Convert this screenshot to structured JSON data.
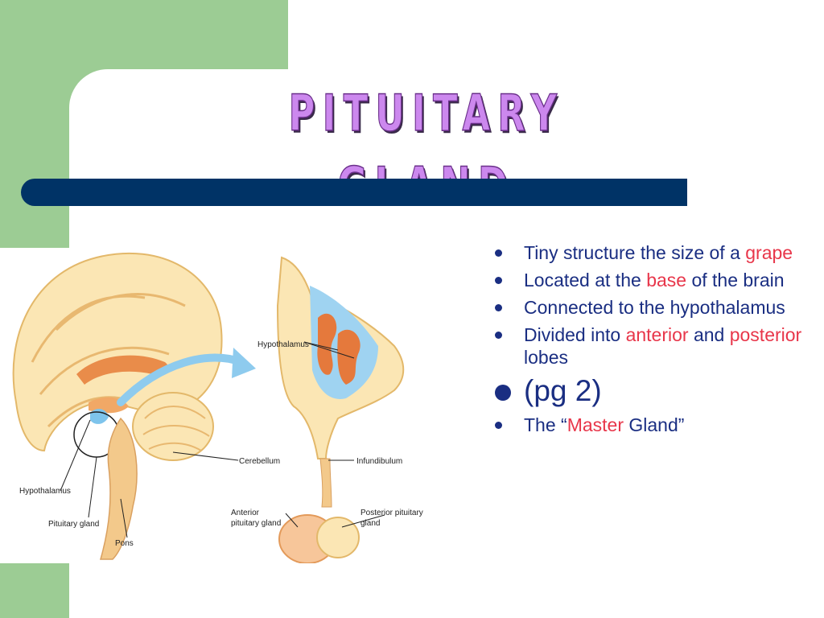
{
  "slide": {
    "title": "PITUITARY GLAND",
    "colors": {
      "background_band": "#9ccc94",
      "title_bar": "#003366",
      "title_fill": "#cc88ee",
      "bullet_text": "#1a2e82",
      "highlight": "#e8364a"
    }
  },
  "bullets": [
    {
      "pre": "Tiny structure the size of a ",
      "hl": "grape",
      "post": ""
    },
    {
      "pre": "Located at the ",
      "hl": "base",
      "post": " of the brain"
    },
    {
      "pre": "Connected to the hypothalamus",
      "hl": "",
      "post": ""
    },
    {
      "pre": "Divided into ",
      "hl": "anterior",
      "post": " and ",
      "hl2": "posterior",
      "post2": " lobes"
    },
    {
      "pre": "(pg 2)",
      "hl": "",
      "post": ""
    },
    {
      "pre": "The “",
      "hl": "Master",
      "post": " Gland”"
    }
  ],
  "illustration": {
    "labels": {
      "cerebellum": "Cerebellum",
      "hypothalamus_left": "Hypothalamus",
      "pituitary": "Pituitary gland",
      "pons": "Pons",
      "hypothalamus_right": "Hypothalamus",
      "infundibulum": "Infundibulum",
      "anterior_line1": "Anterior",
      "anterior_line2": "pituitary gland",
      "posterior_line1": "Posterior pituitary",
      "posterior_line2": "gland"
    }
  }
}
